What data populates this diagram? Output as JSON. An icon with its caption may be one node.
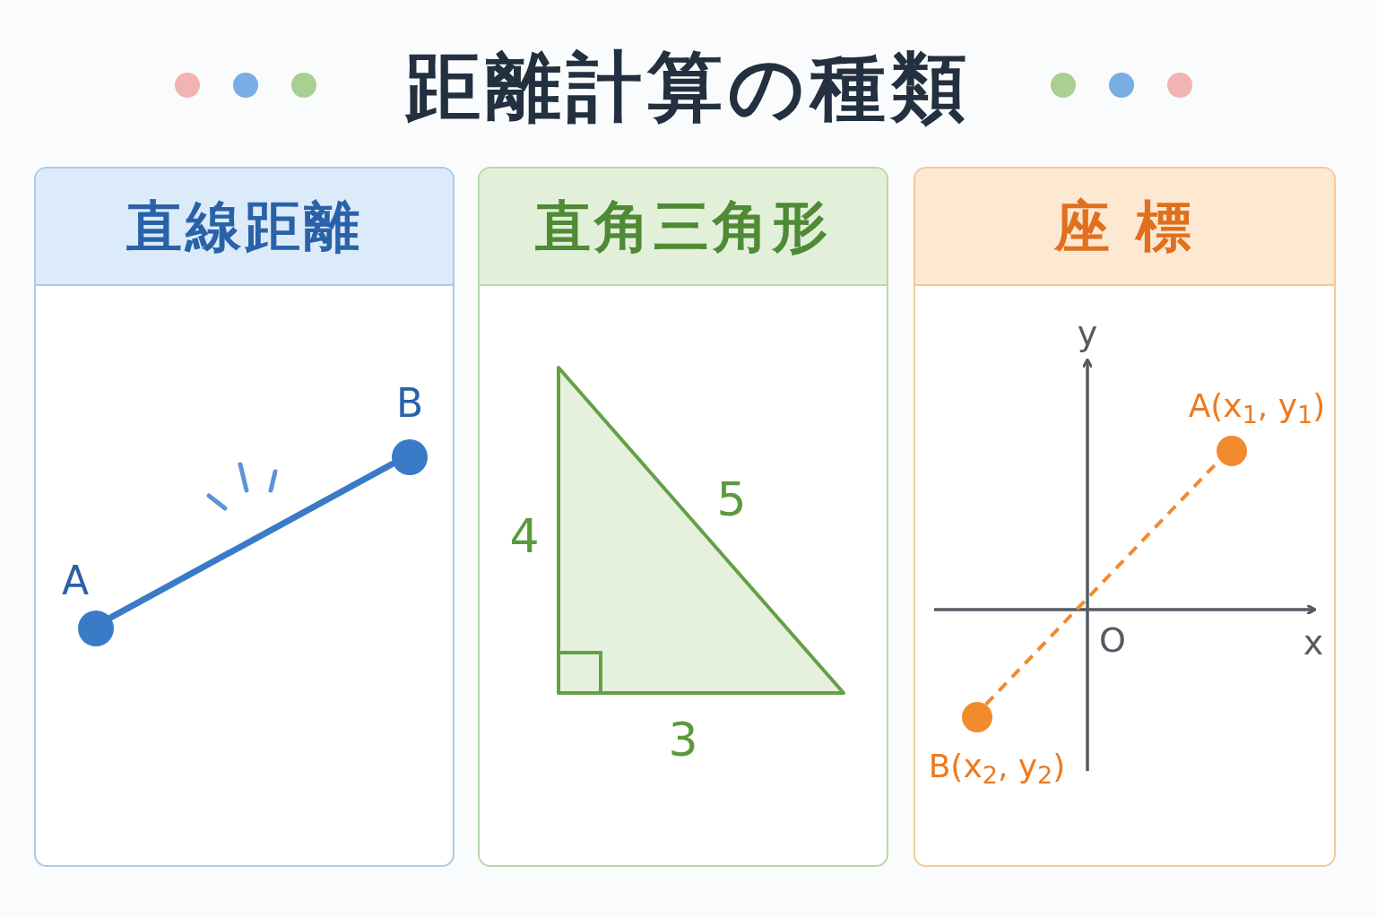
{
  "diagram": {
    "title": "距離計算の種類",
    "nodes": [
      {
        "text": [
          "直線距離"
        ]
      },
      {
        "text": [],
        "shape": "circle",
        "in": 0,
        "beside": [
          "A"
        ]
      },
      {
        "text": [],
        "shape": "circle",
        "in": 0,
        "beside": [
          "B"
        ]
      },
      {
        "text": [
          "直角三角形"
        ]
      },
      {
        "text": [
          "座 標"
        ]
      },
      {
        "text": [],
        "shape": "circle",
        "in": 4,
        "beside": [
          "A(x$_{1}$, y$_{1}$)"
        ]
      },
      {
        "text": [],
        "shape": "circle",
        "in": 4,
        "beside": [
          "B(x$_{2}$, y$_{2}$)"
        ]
      }
    ],
    "edges": [
      {
        "from": 1,
        "to": 2,
        "arrow": "none",
        "color": "#3a7bc8"
      },
      {
        "from": 6,
        "to": 5,
        "arrow": "none",
        "style": "dashed",
        "color": "#f28a2e"
      }
    ],
    "labels": [
      "4",
      "5",
      "3",
      "y",
      "O",
      "x"
    ]
  }
}
